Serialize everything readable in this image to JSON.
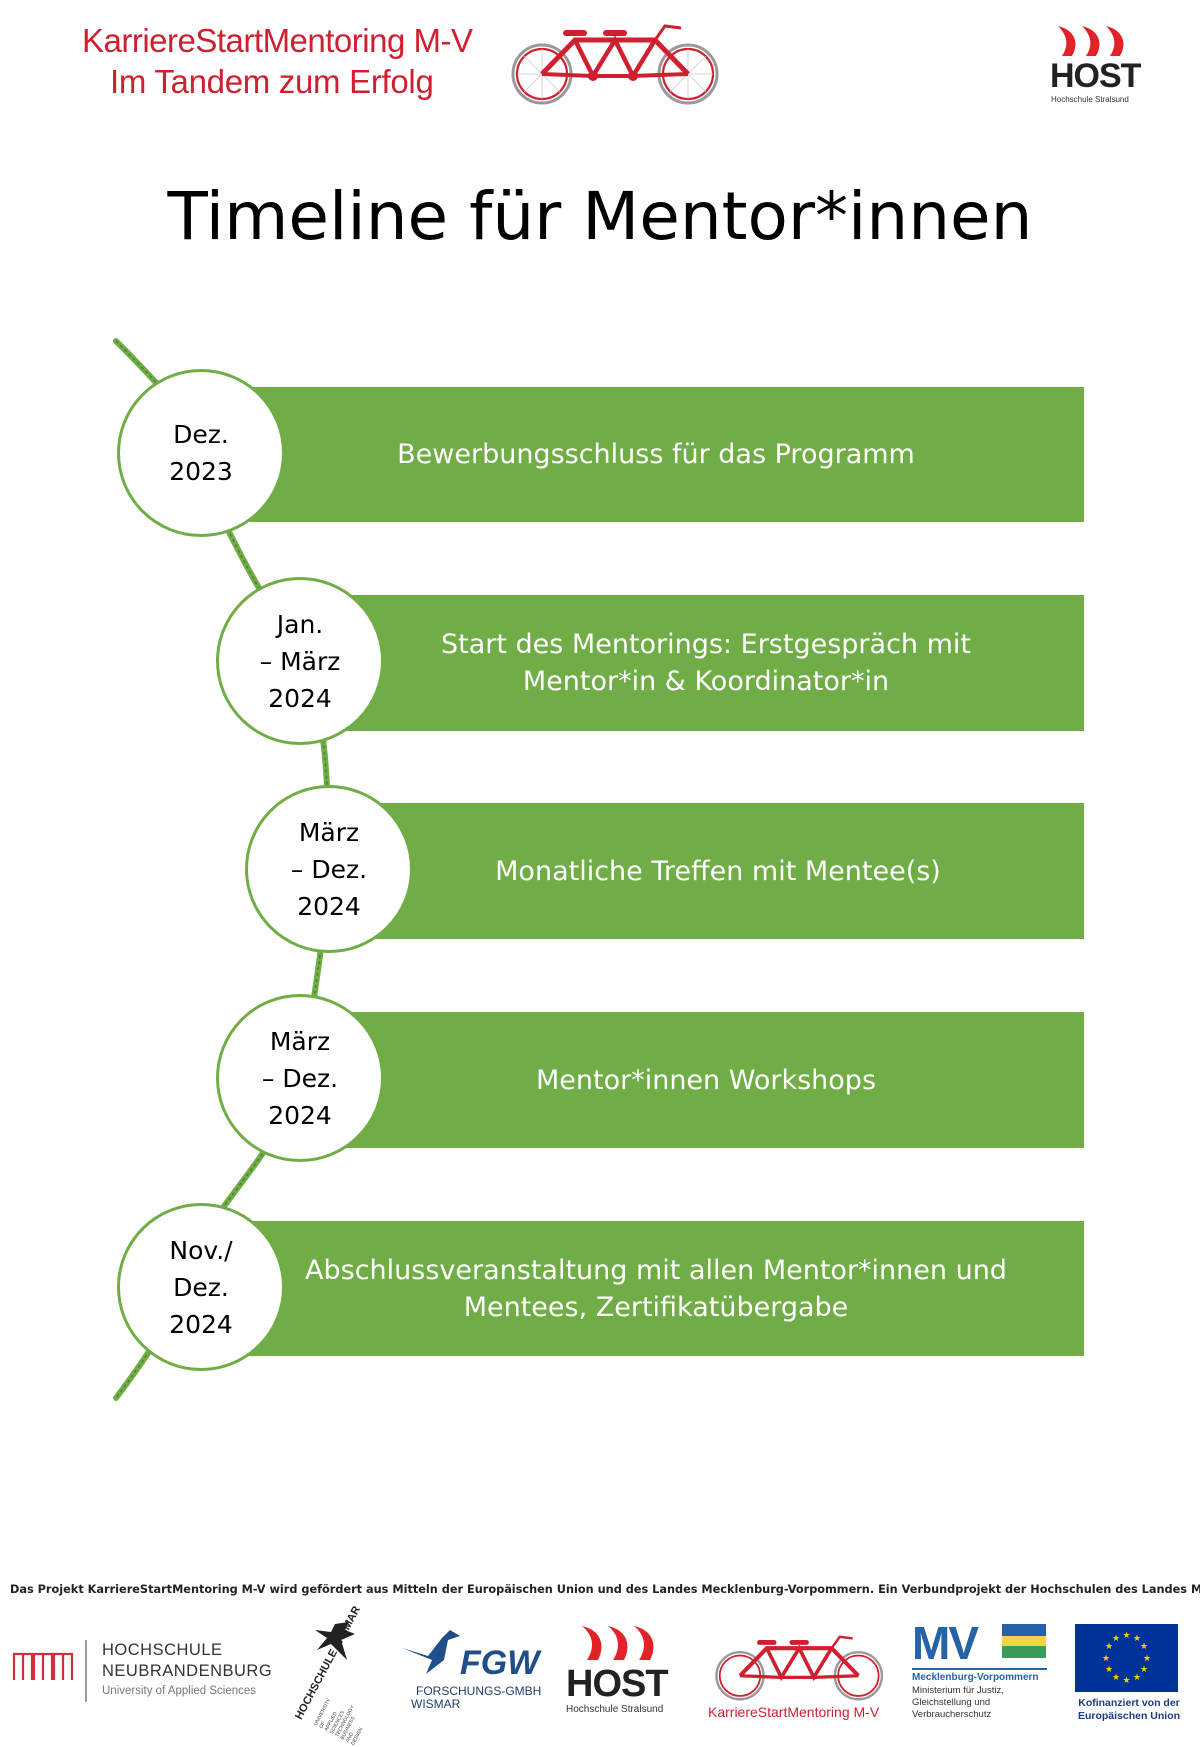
{
  "header": {
    "brand_line1_a": "KarriereStart",
    "brand_line1_b": "Mentoring M-V",
    "brand_line2": "Im Tandem zum Erfolg",
    "host_logo": {
      "word": "HOST",
      "sub": "Hochschule Stralsund",
      "icon": "red-sails-icon"
    },
    "tandem_icon": "tandem-bicycle-icon"
  },
  "title": "Timeline für Mentor*innen",
  "timeline": [
    {
      "date": "Dez.\n2023",
      "text": "Bewerbungsschluss für das Programm"
    },
    {
      "date": "Jan.\n– März\n2024",
      "text": "Start des Mentorings: Erstgespräch mit\nMentor*in & Koordinator*in"
    },
    {
      "date": "März\n– Dez.\n2024",
      "text": "Monatliche Treffen mit Mentee(s)"
    },
    {
      "date": "März\n– Dez.\n2024",
      "text": "Mentor*innen Workshops"
    },
    {
      "date": "Nov./\nDez.\n2024",
      "text": "Abschlussveranstaltung mit allen Mentor*innen und\nMentees, Zertifikatübergabe"
    }
  ],
  "colors": {
    "accent_green": "#70ad47",
    "brand_red": "#d01f2f"
  },
  "footer": {
    "funding_text": "Das Projekt KarriereStartMentoring M-V wird gefördert aus Mitteln der Europäischen Union und des Landes Mecklenburg-Vorpommern. Ein Verbundprojekt der Hochschulen des Landes M-V.",
    "logos": {
      "neubrandenburg": {
        "line1": "HOCHSCHULE",
        "line2": "NEUBRANDENBURG",
        "line3": "University of Applied Sciences"
      },
      "wismar": {
        "word": "HOCHSCHULE WISMAR",
        "sub": "UNIVERSITY OF APPLIED SCIENCES TECHNOLOGY BUSINESS AND DESIGN"
      },
      "fgw": {
        "word": "FGW",
        "line1": "FORSCHUNGS-GMBH",
        "line2": "WISMAR"
      },
      "host": {
        "word": "HOST",
        "sub": "Hochschule Stralsund"
      },
      "ksm": {
        "line1_a": "KarriereStart",
        "line1_b": "Mentoring M-V"
      },
      "mv": {
        "word": "MV",
        "line1": "Mecklenburg-Vorpommern",
        "line2": "Ministerium für Justiz,",
        "line3": "Gleichstellung und",
        "line4": "Verbraucherschutz"
      },
      "eu": {
        "line1": "Kofinanziert von der",
        "line2": "Europäischen Union"
      }
    }
  }
}
